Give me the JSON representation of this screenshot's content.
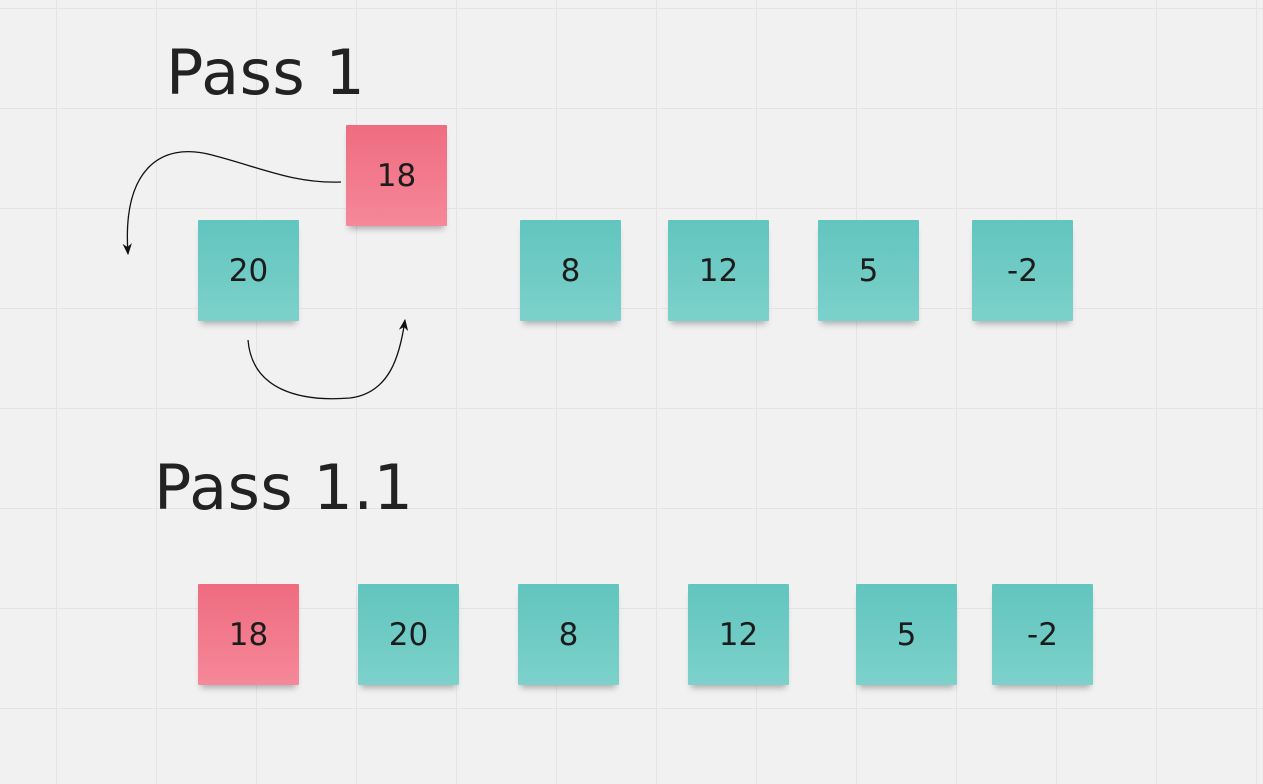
{
  "pass1": {
    "title": "Pass 1",
    "lifted_note": {
      "value": "18",
      "color": "#f27b8d"
    },
    "row": [
      {
        "value": "20",
        "color": "#6fcac4"
      },
      {
        "value": "8",
        "color": "#6fcac4"
      },
      {
        "value": "12",
        "color": "#6fcac4"
      },
      {
        "value": "5",
        "color": "#6fcac4"
      },
      {
        "value": "-2",
        "color": "#6fcac4"
      }
    ]
  },
  "pass1_1": {
    "title": "Pass 1.1",
    "row": [
      {
        "value": "18",
        "color": "#f27b8d"
      },
      {
        "value": "20",
        "color": "#6fcac4"
      },
      {
        "value": "8",
        "color": "#6fcac4"
      },
      {
        "value": "12",
        "color": "#6fcac4"
      },
      {
        "value": "5",
        "color": "#6fcac4"
      },
      {
        "value": "-2",
        "color": "#6fcac4"
      }
    ]
  },
  "colors": {
    "background": "#f1f1f1",
    "grid_line": "#e4e4e4",
    "note_teal": "#6fcac4",
    "note_red": "#f27b8d",
    "arrow": "#111111"
  }
}
